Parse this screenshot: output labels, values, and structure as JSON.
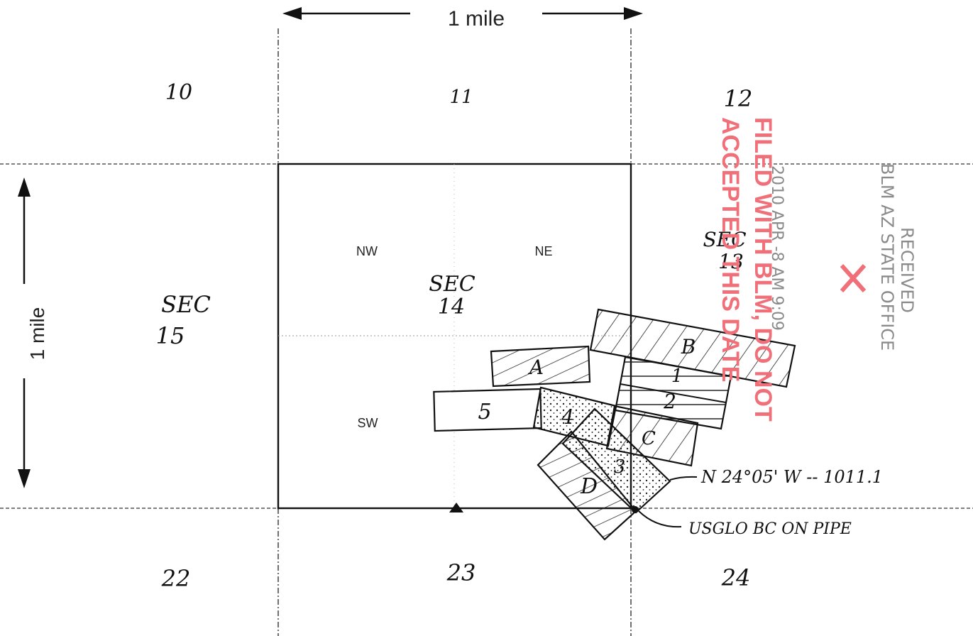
{
  "scale": {
    "top_label": "1 mile",
    "left_label": "1 mile"
  },
  "sections": {
    "s10": "10",
    "s11": "11",
    "s12": "12",
    "s15_a": "SEC",
    "s15_b": "15",
    "s14_a": "SEC",
    "s14_b": "14",
    "s13_a": "SEC",
    "s13_b": "13",
    "s22": "22",
    "s23": "23",
    "s24": "24"
  },
  "quarters": {
    "nw": "NW",
    "ne": "NE",
    "sw": "SW"
  },
  "claims": {
    "a": "A",
    "b": "B",
    "c": "C",
    "d": "D",
    "n1": "1",
    "n2": "2",
    "n3": "3",
    "n4": "4",
    "n5": "5"
  },
  "annotations": {
    "bearing": "N 24°05' W -- 1011.1",
    "corner": "USGLO BC ON PIPE"
  },
  "stamp": {
    "line1": "FILED WITH BLM, DO NOT",
    "line2": "ACCEPTED THIS DATE",
    "line3": "2010 APR -8 AM 9:09",
    "received_1": "RECEIVED",
    "received_2": "BLM AZ STATE OFFICE",
    "stamp_color": "#f0707a",
    "gray_color": "#8a8a8a"
  }
}
